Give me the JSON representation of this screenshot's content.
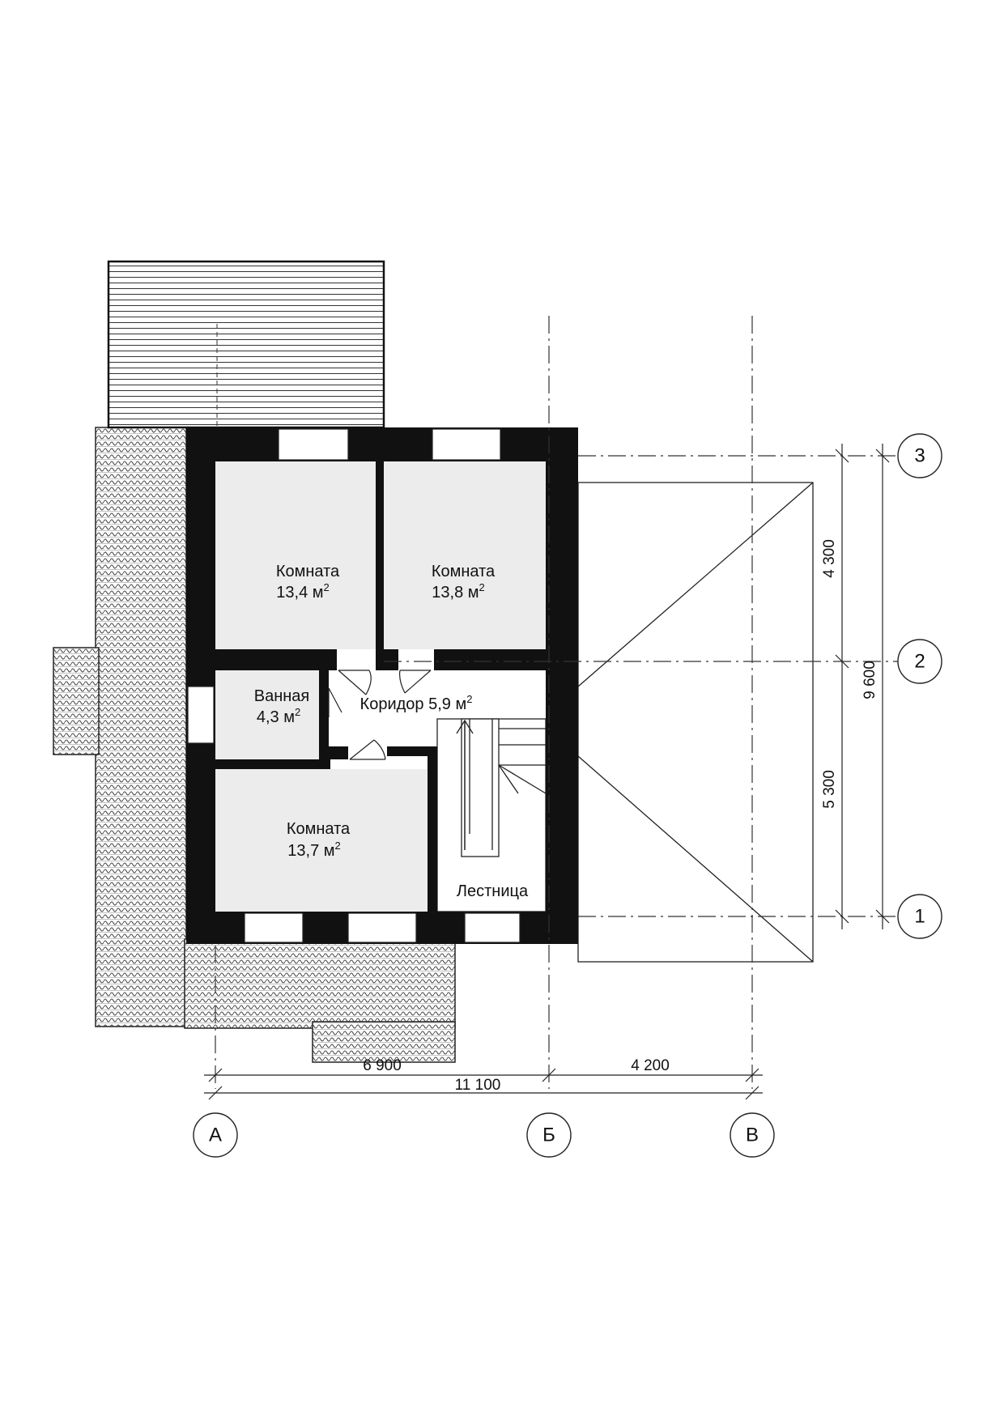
{
  "rooms": [
    {
      "name": "Комната",
      "area": "13,4 м",
      "sup": "2"
    },
    {
      "name": "Комната",
      "area": "13,8 м",
      "sup": "2"
    },
    {
      "name": "Ванная",
      "area": "4,3 м",
      "sup": "2"
    },
    {
      "name": "Коридор 5,9 м",
      "sup": "2"
    },
    {
      "name": "Комната",
      "area": "13,7 м",
      "sup": "2"
    },
    {
      "name": "Лестница"
    }
  ],
  "axes": {
    "rows": [
      "3",
      "2",
      "1"
    ],
    "columns": [
      "А",
      "Б",
      "В"
    ]
  },
  "dimensions": {
    "vertical_top": "4 300",
    "vertical_bottom": "5 300",
    "vertical_total": "9 600",
    "horizontal_left": "6 900",
    "horizontal_right": "4 200",
    "horizontal_total": "11 100"
  },
  "colors": {
    "wall": "#111111",
    "room_fill": "#ececec",
    "line": "#222222"
  }
}
